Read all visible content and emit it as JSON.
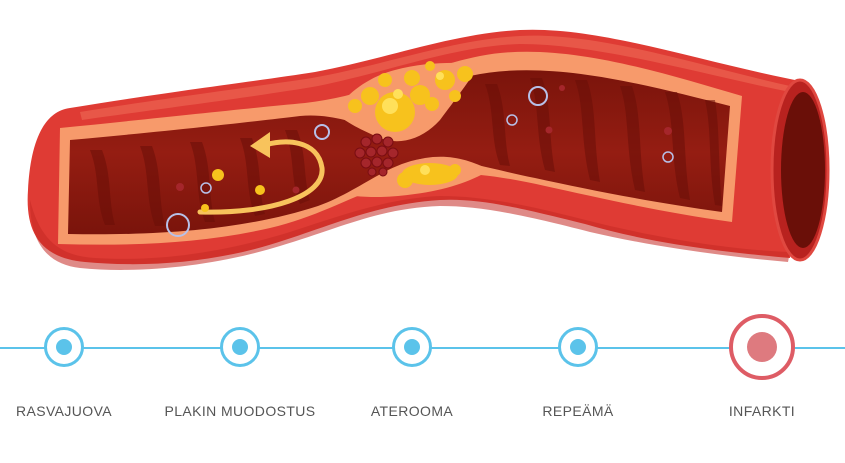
{
  "illustration": {
    "colors": {
      "wall": "#df3b34",
      "wall_dark": "#b8221f",
      "lining": "#f79a6b",
      "lumen": "#8e1a10",
      "lumen_dark": "#6a0f08",
      "fat": "#f7c21d",
      "fat_light": "#ffe05a",
      "cell": "#a5262b",
      "bubble": "#b7c0e8",
      "arrow": "#f8c35c"
    }
  },
  "timeline": {
    "accent": "#5bc3ea",
    "active_color": "#de5c65",
    "steps": [
      {
        "label": "RASVAJUOVA",
        "state": "normal"
      },
      {
        "label": "PLAKIN MUODOSTUS",
        "state": "normal"
      },
      {
        "label": "ATEROOMA",
        "state": "normal"
      },
      {
        "label": "REPEÄMÄ",
        "state": "normal"
      },
      {
        "label": "INFARKTI",
        "state": "active"
      }
    ]
  }
}
